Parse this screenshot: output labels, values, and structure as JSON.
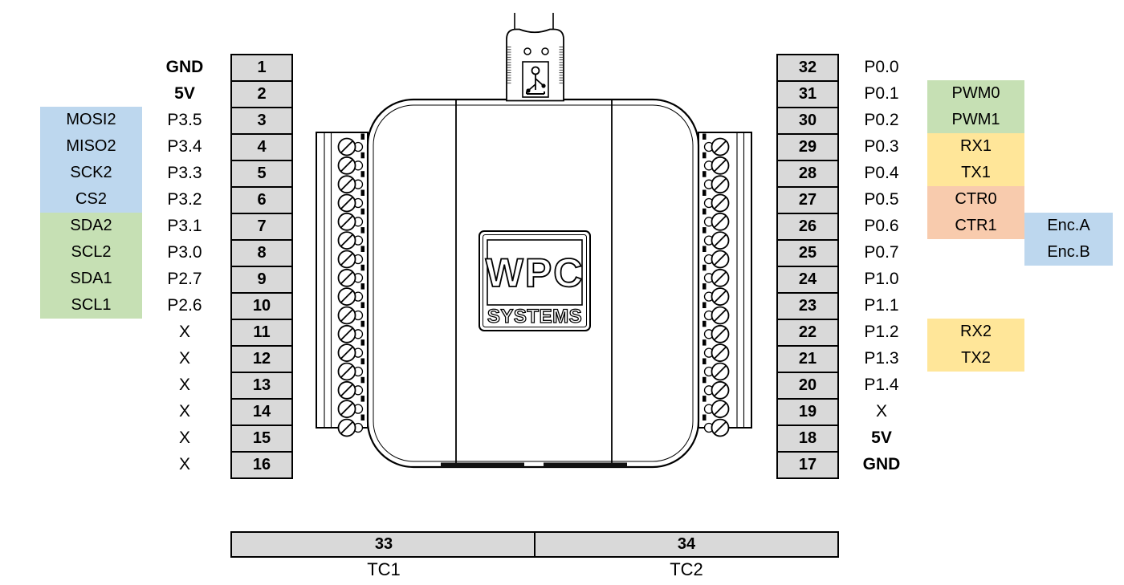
{
  "colors": {
    "blue": "#BDD7EE",
    "green": "#C6E0B4",
    "yellow": "#FFE699",
    "orange": "#F8CBAD",
    "gray": "#D9D9D9"
  },
  "device": {
    "brand_line1": "WPC",
    "brand_line2": "SYSTEMS",
    "usb_icon": "usb-trident-icon"
  },
  "left": {
    "pins": [
      {
        "num": "1",
        "name": "GND",
        "bold": true
      },
      {
        "num": "2",
        "name": "5V",
        "bold": true
      },
      {
        "num": "3",
        "name": "P3.5",
        "func": "MOSI2",
        "func_color": "blue"
      },
      {
        "num": "4",
        "name": "P3.4",
        "func": "MISO2",
        "func_color": "blue"
      },
      {
        "num": "5",
        "name": "P3.3",
        "func": "SCK2",
        "func_color": "blue"
      },
      {
        "num": "6",
        "name": "P3.2",
        "func": "CS2",
        "func_color": "blue"
      },
      {
        "num": "7",
        "name": "P3.1",
        "func": "SDA2",
        "func_color": "green"
      },
      {
        "num": "8",
        "name": "P3.0",
        "func": "SCL2",
        "func_color": "green"
      },
      {
        "num": "9",
        "name": "P2.7",
        "func": "SDA1",
        "func_color": "green"
      },
      {
        "num": "10",
        "name": "P2.6",
        "func": "SCL1",
        "func_color": "green"
      },
      {
        "num": "11",
        "name": "X"
      },
      {
        "num": "12",
        "name": "X"
      },
      {
        "num": "13",
        "name": "X"
      },
      {
        "num": "14",
        "name": "X"
      },
      {
        "num": "15",
        "name": "X"
      },
      {
        "num": "16",
        "name": "X"
      }
    ]
  },
  "right": {
    "pins": [
      {
        "num": "32",
        "name": "P0.0"
      },
      {
        "num": "31",
        "name": "P0.1",
        "func": "PWM0",
        "func_color": "green"
      },
      {
        "num": "30",
        "name": "P0.2",
        "func": "PWM1",
        "func_color": "green"
      },
      {
        "num": "29",
        "name": "P0.3",
        "func": "RX1",
        "func_color": "yellow"
      },
      {
        "num": "28",
        "name": "P0.4",
        "func": "TX1",
        "func_color": "yellow"
      },
      {
        "num": "27",
        "name": "P0.5",
        "func": "CTR0",
        "func_color": "orange"
      },
      {
        "num": "26",
        "name": "P0.6",
        "func": "CTR1",
        "func_color": "orange",
        "func2": "Enc.A",
        "func2_color": "blue"
      },
      {
        "num": "25",
        "name": "P0.7",
        "func2": "Enc.B",
        "func2_color": "blue"
      },
      {
        "num": "24",
        "name": "P1.0"
      },
      {
        "num": "23",
        "name": "P1.1"
      },
      {
        "num": "22",
        "name": "P1.2",
        "func": "RX2",
        "func_color": "yellow"
      },
      {
        "num": "21",
        "name": "P1.3",
        "func": "TX2",
        "func_color": "yellow"
      },
      {
        "num": "20",
        "name": "P1.4"
      },
      {
        "num": "19",
        "name": "X"
      },
      {
        "num": "18",
        "name": "5V",
        "bold": true
      },
      {
        "num": "17",
        "name": "GND",
        "bold": true
      }
    ]
  },
  "bottom": {
    "pins": [
      {
        "num": "33",
        "label": "TC1"
      },
      {
        "num": "34",
        "label": "TC2"
      }
    ]
  }
}
